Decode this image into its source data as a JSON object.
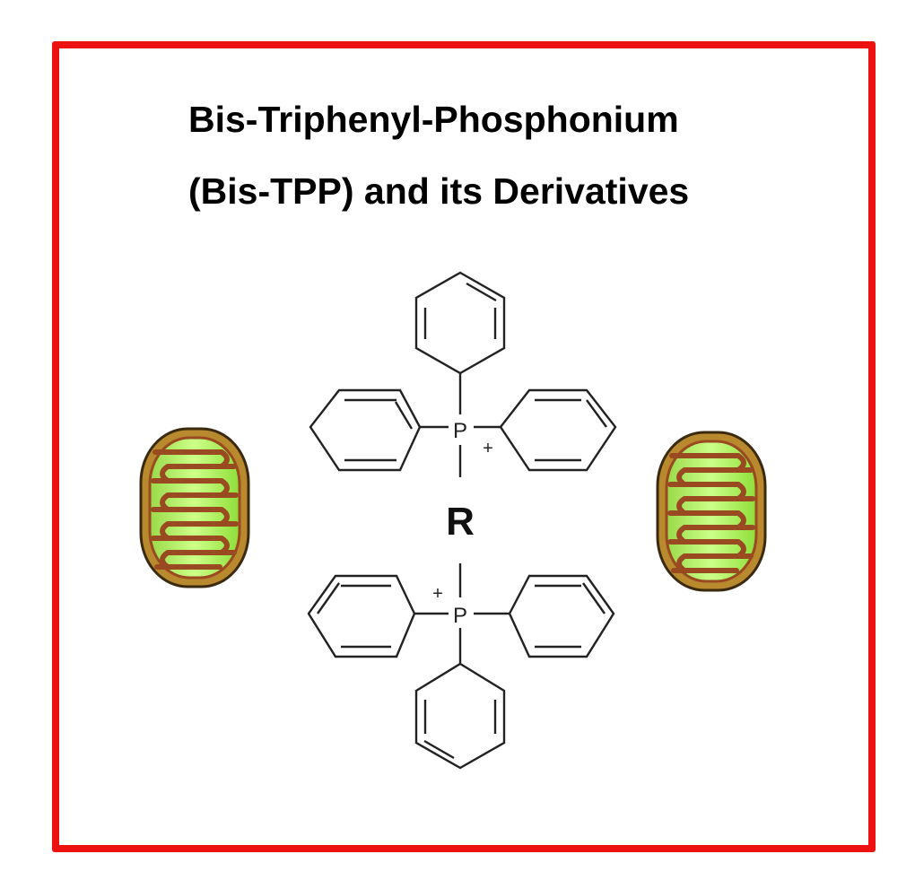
{
  "title": {
    "line1": "Bis-Triphenyl-Phosphonium",
    "line2": "(Bis-TPP) and its Derivatives"
  },
  "structure": {
    "center_label": "R",
    "atom_label": "P",
    "charge": "+"
  },
  "colors": {
    "frame": "#ee1111",
    "mito_outer": "#b9892e",
    "mito_inner": "#8dea3a",
    "mito_membrane": "#9a4a20"
  },
  "icons": [
    "mitochondrion-icon",
    "mitochondrion-icon"
  ]
}
